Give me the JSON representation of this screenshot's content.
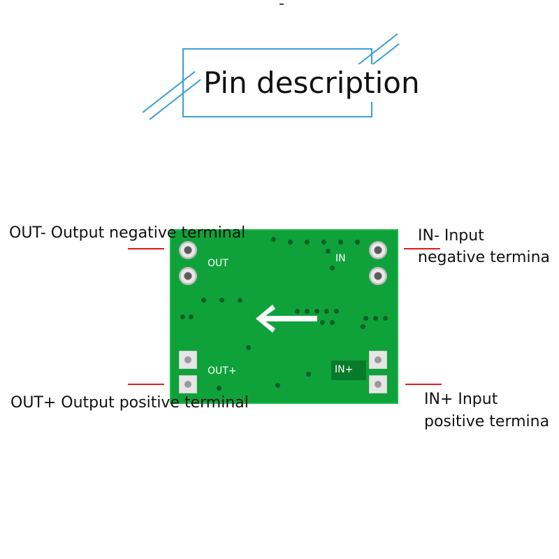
{
  "title": "Pin description",
  "labels": {
    "out_neg": "OUT- Output negative terminal",
    "out_pos": "OUT+ Output positive terminal",
    "in_neg_line1": "IN- Input",
    "in_neg_line2": "negative termina",
    "in_pos_line1": "IN+ Input",
    "in_pos_line2": "positive termina"
  },
  "board": {
    "silk_out": "OUT",
    "silk_in": "IN",
    "silk_out_plus": "OUT+",
    "silk_in_plus": "IN+",
    "arrow_icon": "left-arrow-icon"
  },
  "colors": {
    "frame": "#3aa0d8",
    "board": "#0fa23a",
    "marker": "#e31b1b"
  }
}
